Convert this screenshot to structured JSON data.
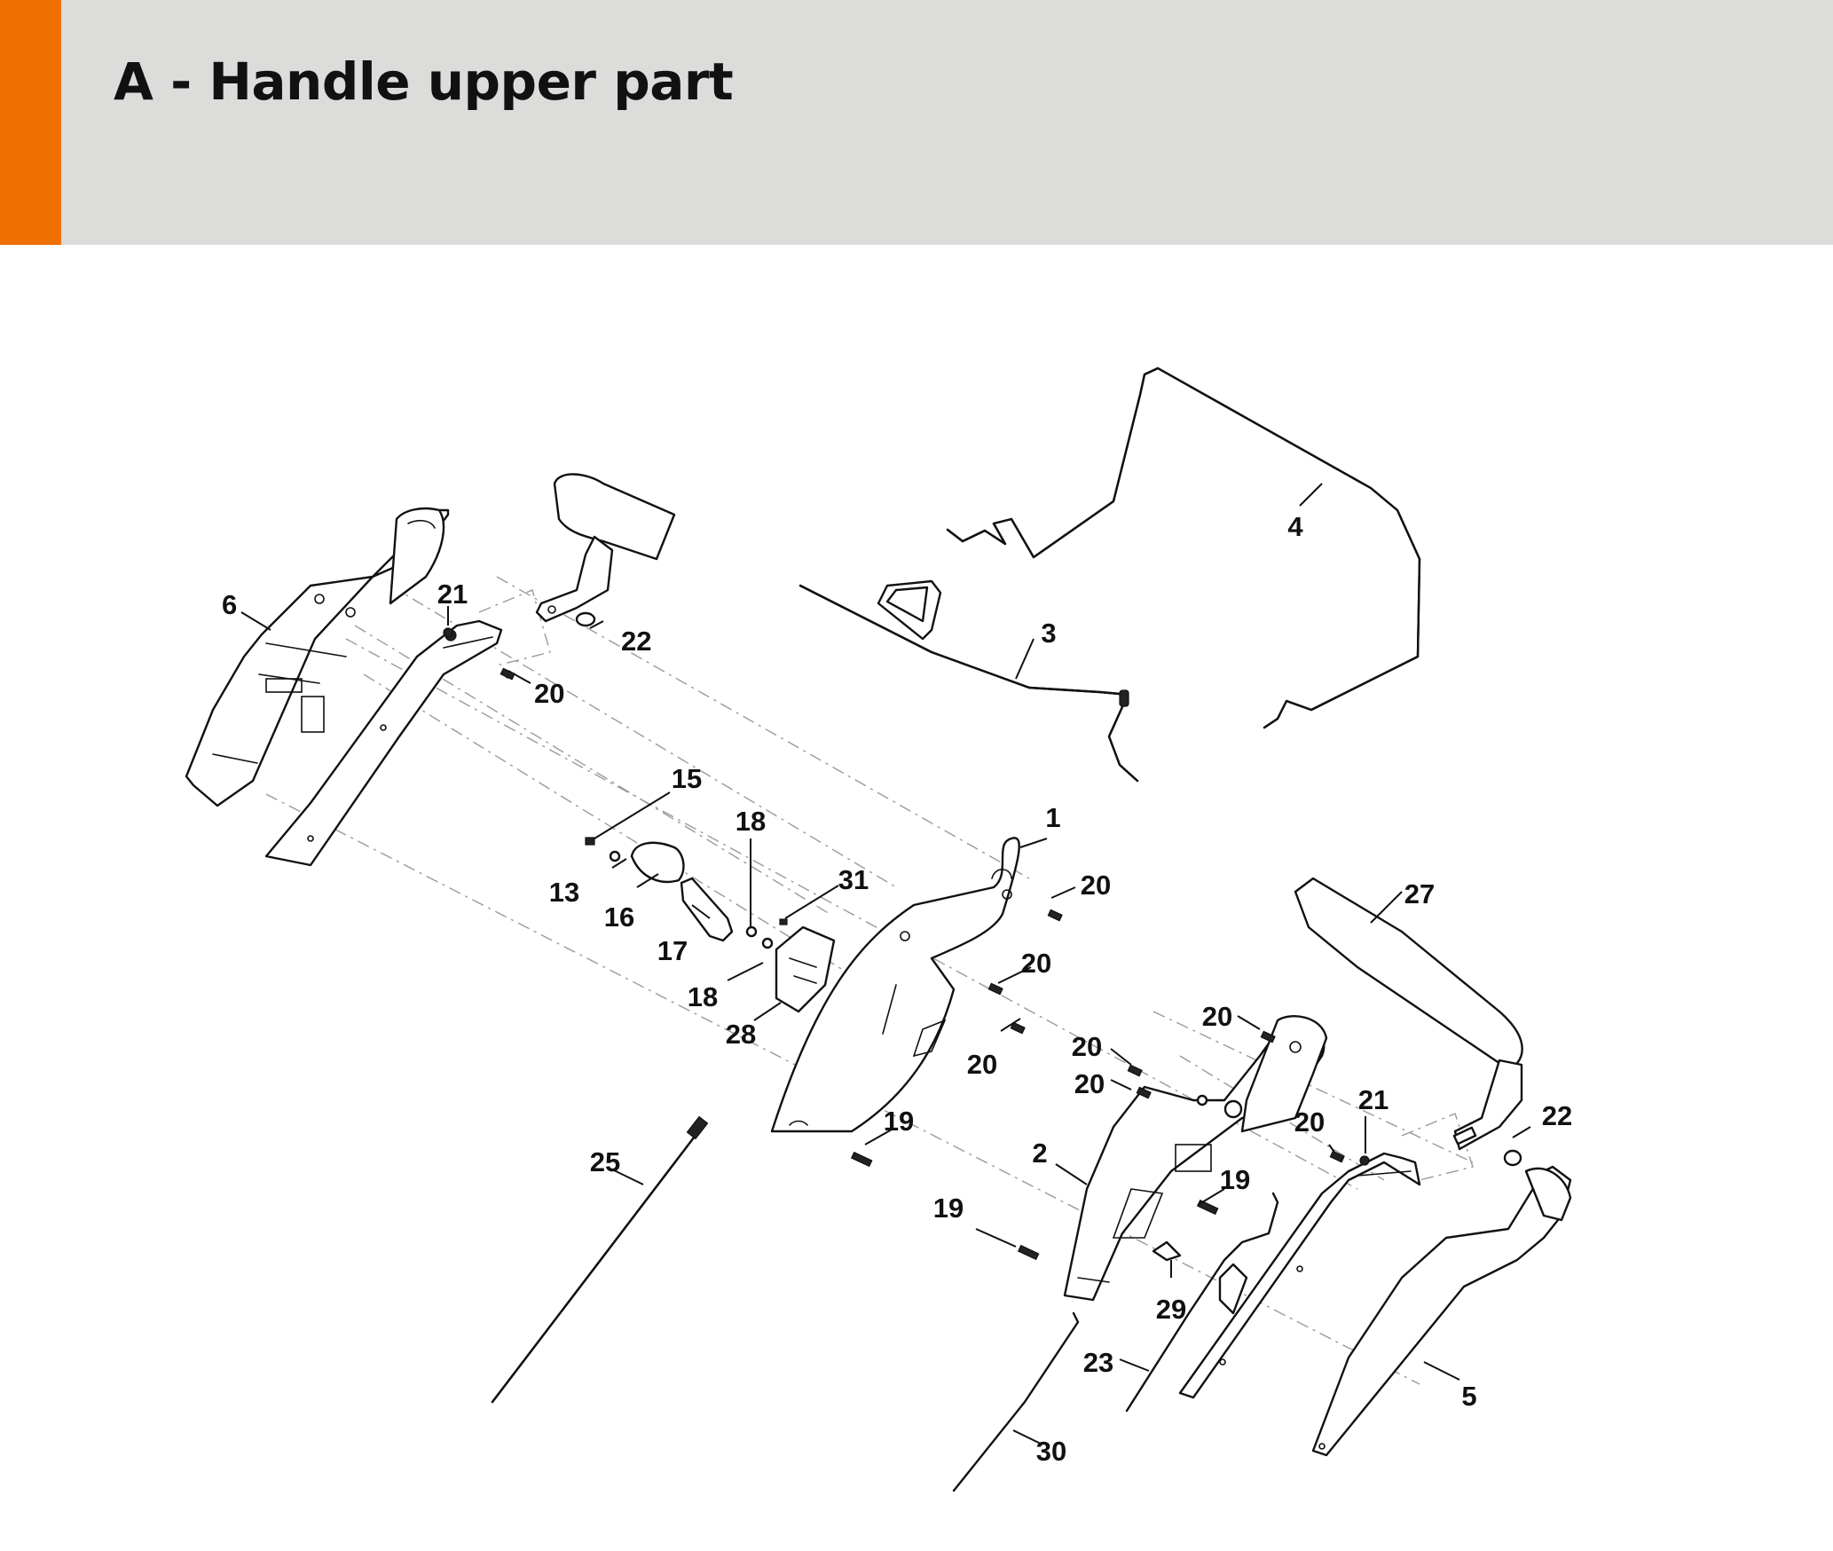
{
  "header": {
    "title": "A - Handle upper part",
    "accent_color": "#ef7000",
    "background_color": "#dcdcdb"
  },
  "callouts": [
    "1",
    "2",
    "3",
    "4",
    "5",
    "6",
    "13",
    "15",
    "16",
    "17",
    "18",
    "18",
    "19",
    "19",
    "19",
    "20",
    "20",
    "20",
    "20",
    "20",
    "20",
    "20",
    "20",
    "21",
    "21",
    "22",
    "22",
    "23",
    "25",
    "27",
    "28",
    "29",
    "30",
    "31"
  ]
}
